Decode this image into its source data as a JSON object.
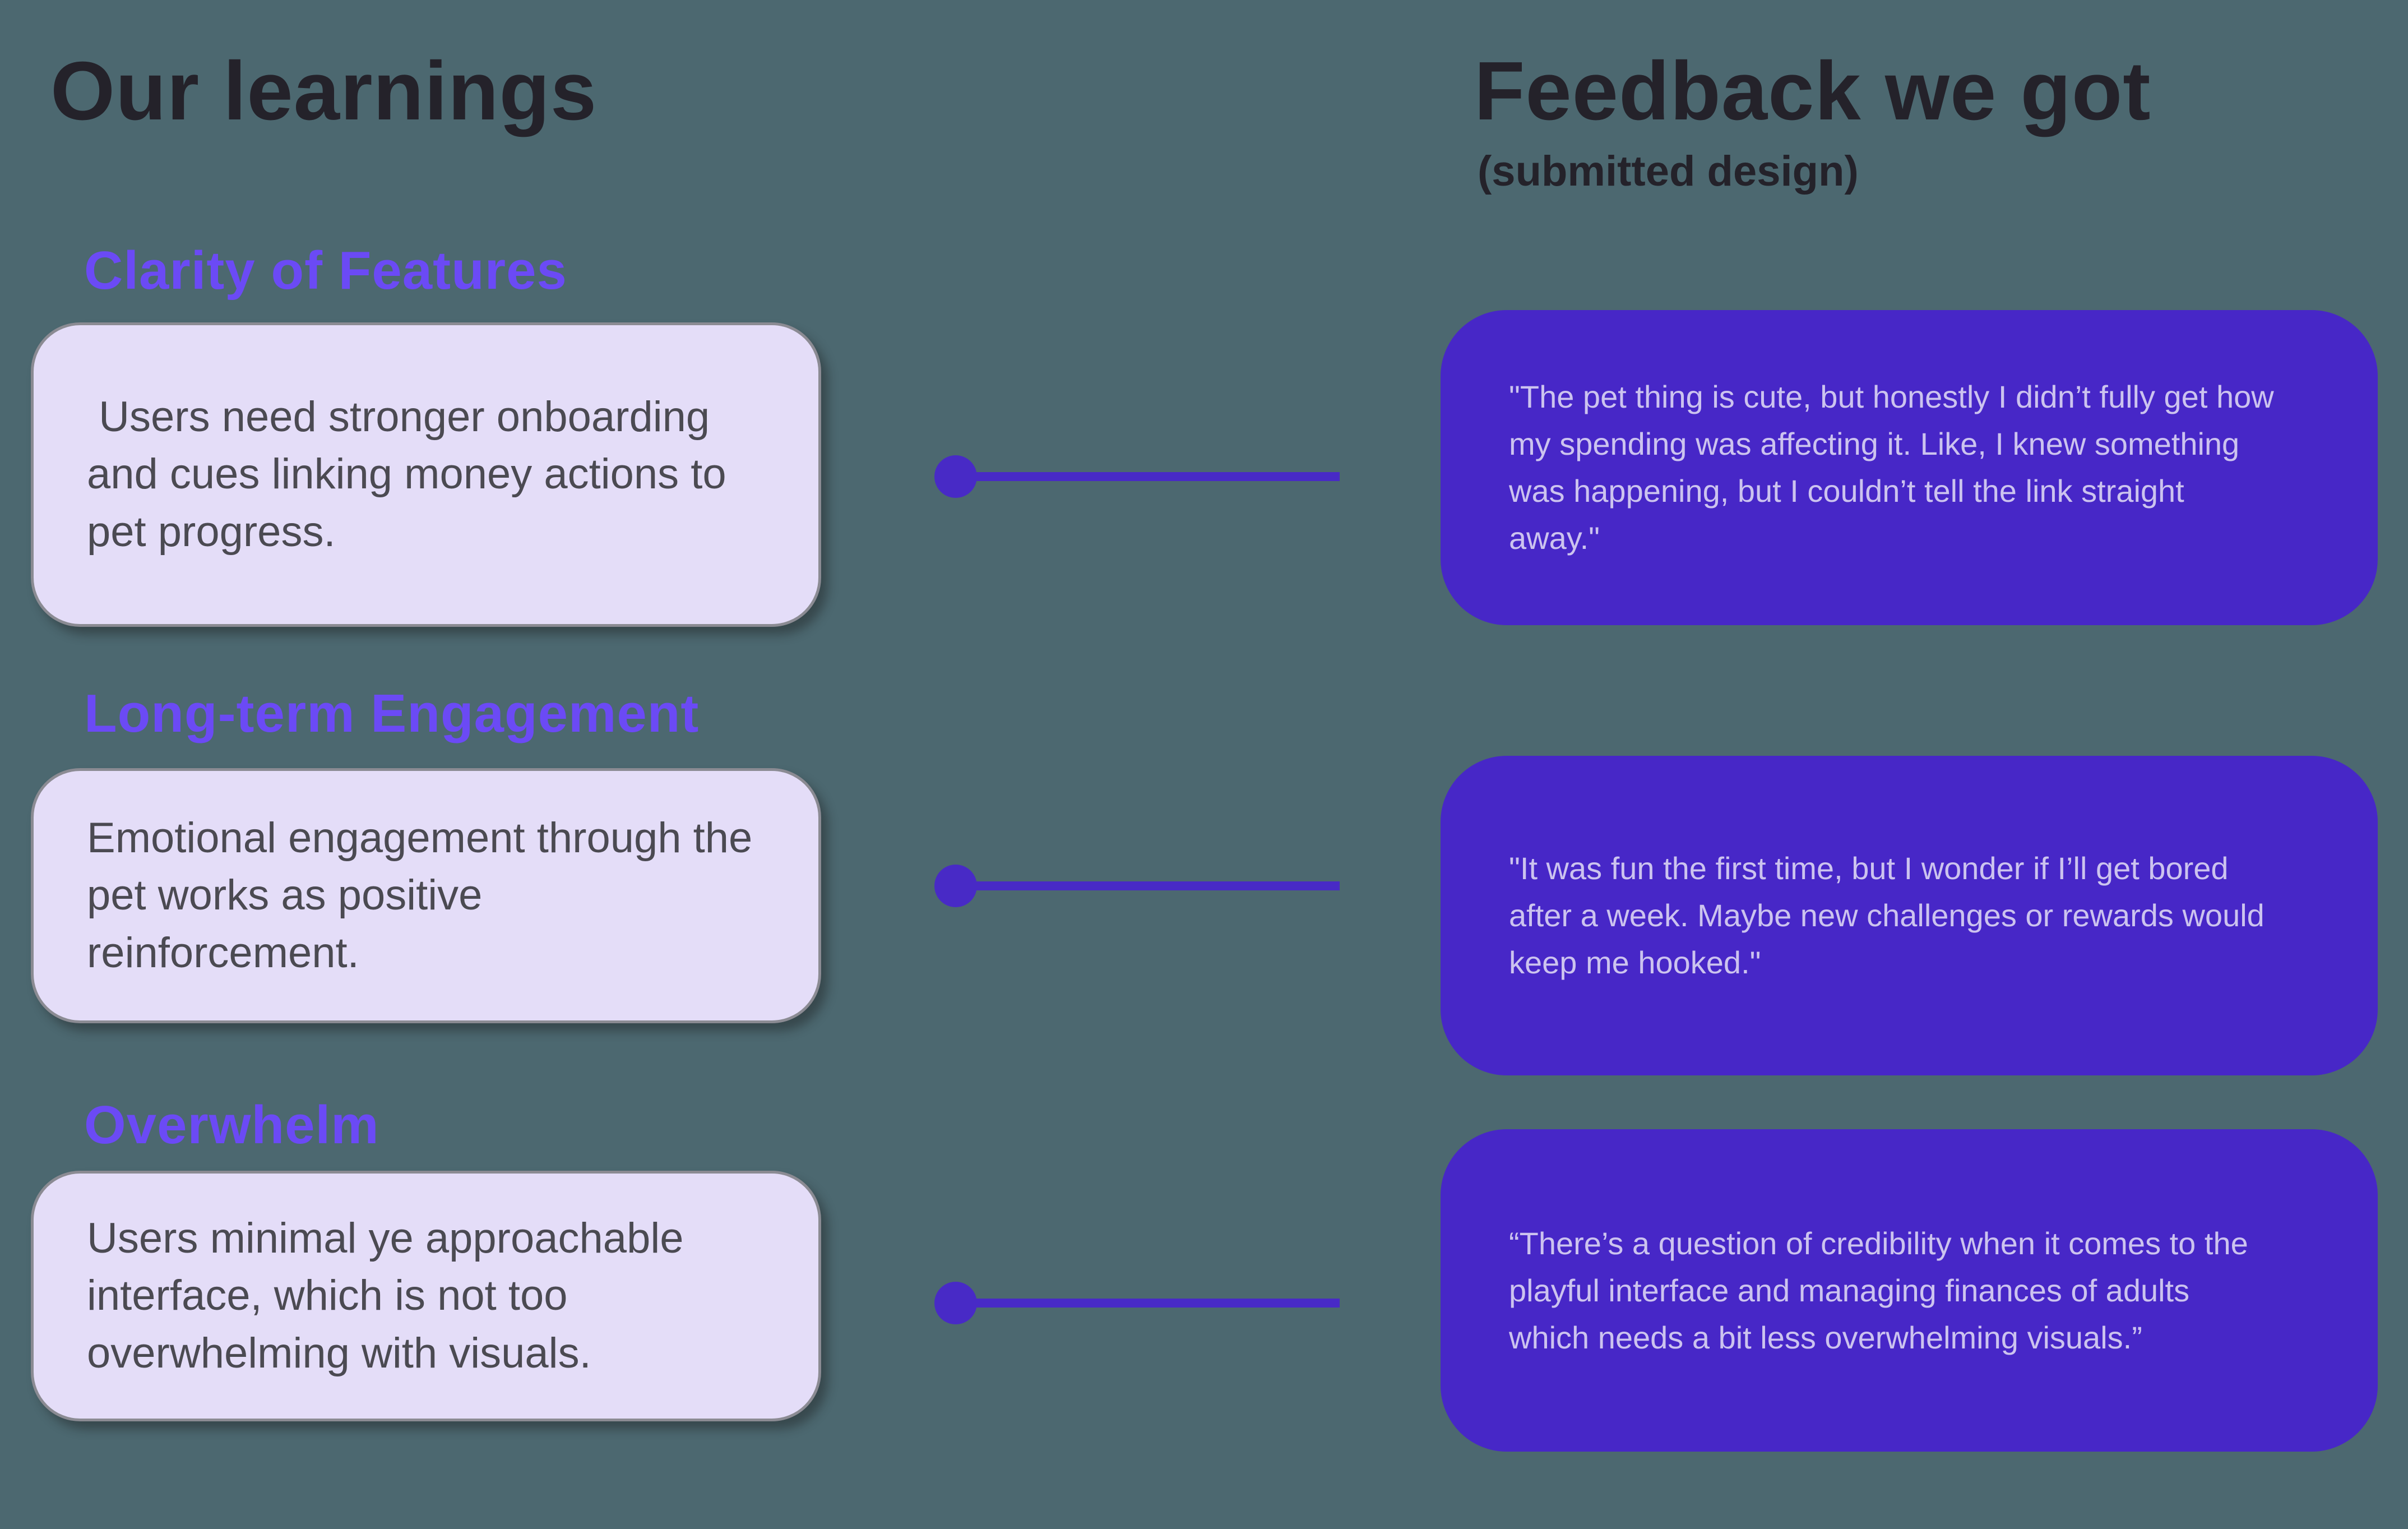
{
  "canvas": {
    "background_color": "#4C6870"
  },
  "columns": {
    "left_title": "Our learnings",
    "right_title": "Feedback we got",
    "right_subtitle": "(submitted design)"
  },
  "colors": {
    "title_text": "#24222A",
    "heading_purple": "#6B4AF5",
    "learning_card_bg": "#E4DDF8",
    "learning_card_border": "#8B8B93",
    "learning_card_text": "#4B4A52",
    "feedback_card_bg": "#4727C7",
    "feedback_card_text": "#CCC3EF",
    "connector_purple": "#482AC6"
  },
  "sections": [
    {
      "heading": "Clarity of Features",
      "learning": " Users need stronger onboarding and cues linking money actions to pet progress.",
      "feedback": "\"The pet thing is cute, but honestly I didn’t fully get how my spending was affecting it. Like, I knew something was happening, but I couldn’t tell the link straight away.\""
    },
    {
      "heading": "Long-term Engagement",
      "learning": "Emotional engagement through the pet works as positive reinforcement.",
      "feedback": "\"It was fun the first time, but I wonder if I’ll get bored after a week. Maybe new challenges or rewards would keep me hooked.\""
    },
    {
      "heading": "Overwhelm",
      "learning": "Users minimal ye approachable interface, which is not too overwhelming with visuals.",
      "feedback": "“There’s a question of credibility when it comes to the playful interface and managing finances of adults which needs a bit less overwhelming visuals.”"
    }
  ]
}
